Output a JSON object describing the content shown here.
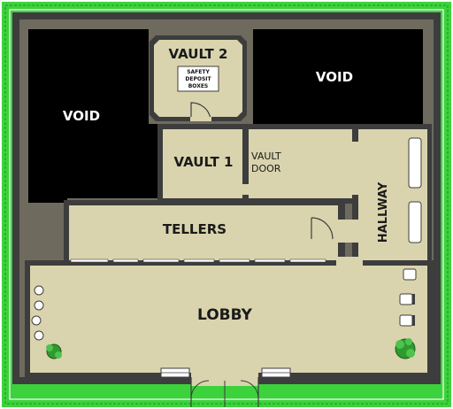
{
  "map": {
    "labels": {
      "void_left": "VOID",
      "void_right": "VOID",
      "vault2": "VAULT 2",
      "vault1": "VAULT 1",
      "vault_door_line1": "VAULT",
      "vault_door_line2": "DOOR",
      "tellers": "TELLERS",
      "hallway": "HALLWAY",
      "lobby": "LOBBY",
      "safety_line1": "SAFETY",
      "safety_line2": "DEPOSIT",
      "safety_line3": "BOXES"
    },
    "colors": {
      "hedge": "#3cd23c",
      "hedge_dark": "#1f8f1f",
      "wall": "#3d3d3d",
      "exterior_floor": "#6e6a5e",
      "floor": "#d9d4ad",
      "void": "#000000",
      "window": "#ffffff",
      "plant": "#2f9a2f"
    }
  }
}
